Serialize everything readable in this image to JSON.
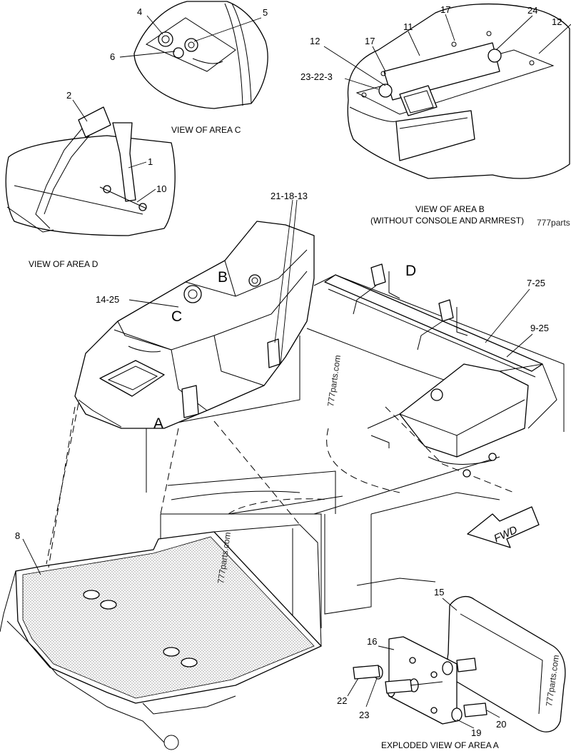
{
  "captions": {
    "area_c": "VIEW OF AREA  C",
    "area_b_line1": "VIEW OF AREA  B",
    "area_b_line2": "(WITHOUT CONSOLE AND ARMREST)",
    "area_d": "VIEW OF AREA  D",
    "area_a_exploded": "EXPLODED VIEW OF AREA  A"
  },
  "area_letters": {
    "a": "A",
    "b": "B",
    "c": "C",
    "d": "D"
  },
  "direction_arrow": "FWD",
  "watermarks": [
    "777parts",
    "777parts.com",
    "777parts.com",
    "777parts.com"
  ],
  "callouts": {
    "c1": "1",
    "c2": "2",
    "c4": "4",
    "c5": "5",
    "c6": "6",
    "c8": "8",
    "c10": "10",
    "c11": "11",
    "c12a": "12",
    "c12b": "12",
    "c15": "15",
    "c16": "16",
    "c17a": "17",
    "c17b": "17",
    "c19": "19",
    "c20": "20",
    "c22": "22",
    "c23": "23",
    "c24": "24",
    "c23_22_3": "23-22-3",
    "c21_18_13": "21-18-13",
    "c14_25": "14-25",
    "c7_25": "7-25",
    "c9_25": "9-25"
  },
  "colors": {
    "line": "#000000",
    "background": "#ffffff",
    "mat_texture": "#9a9a9a"
  }
}
